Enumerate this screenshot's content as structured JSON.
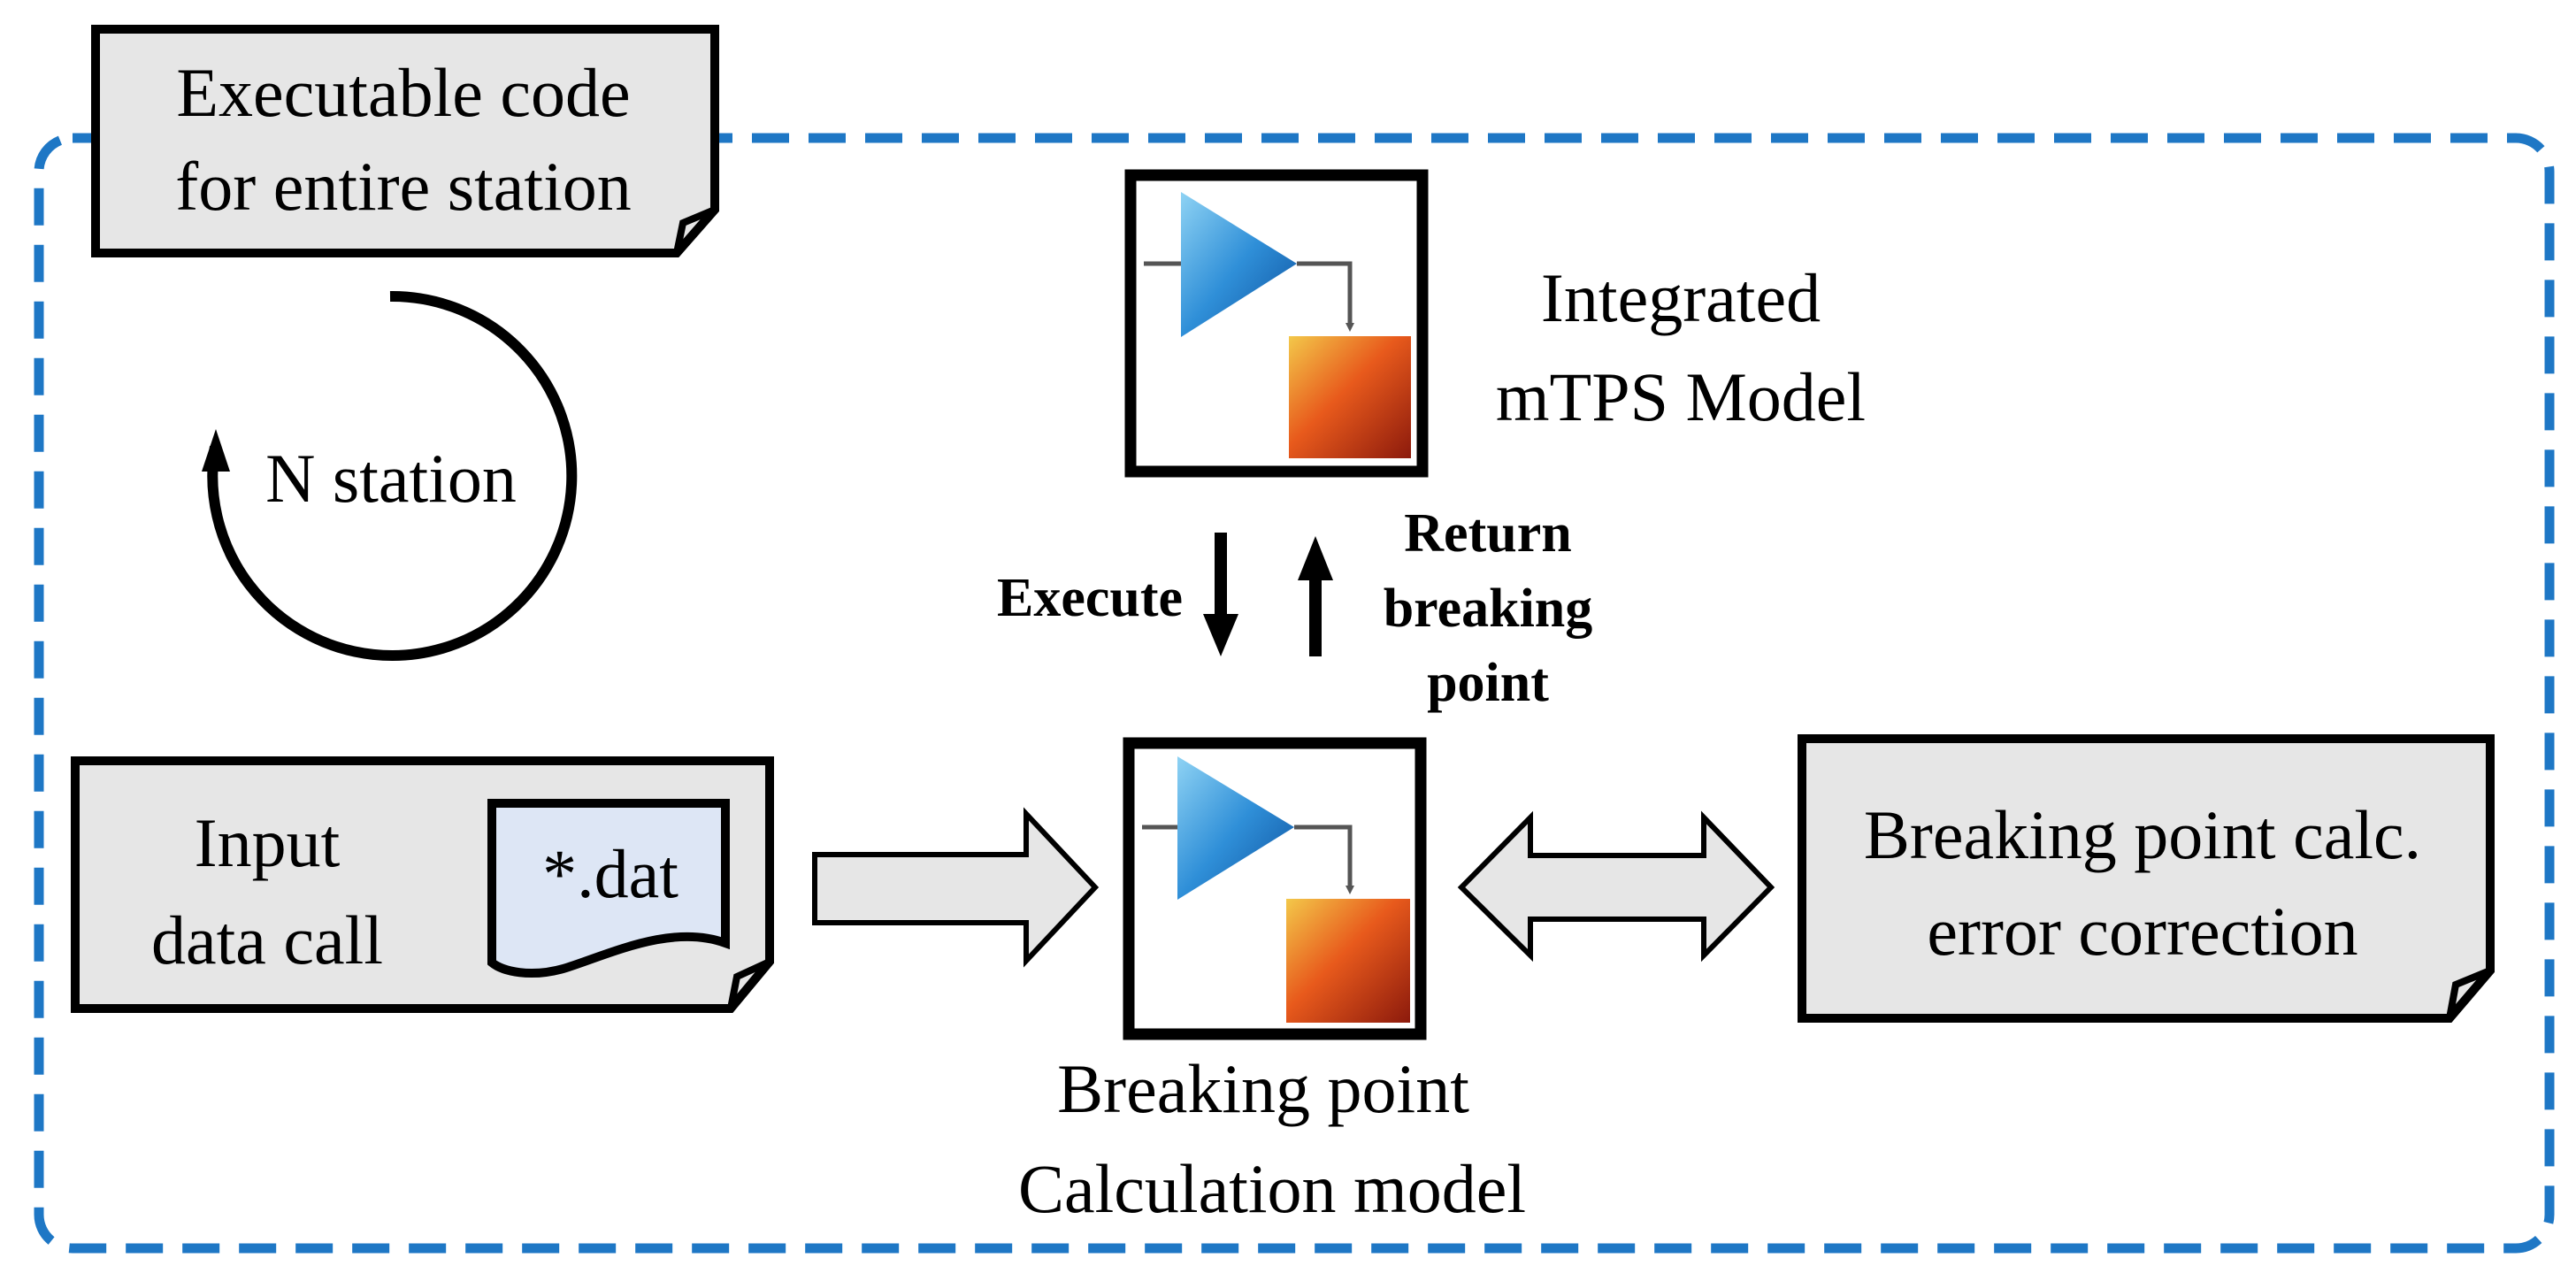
{
  "colors": {
    "dashed_border": "#1e77c5",
    "box_fill": "#e6e6e6",
    "dat_fill": "#dde6f5",
    "stroke": "#000000",
    "arrow_fill": "#e6e6e6"
  },
  "executable_box": {
    "line1": "Executable code",
    "line2": "for entire station"
  },
  "loop": {
    "label": "N station"
  },
  "mtps_model": {
    "line1": "Integrated",
    "line2": "mTPS Model",
    "icon": "simulink-block-icon"
  },
  "execute": {
    "label": "Execute"
  },
  "return": {
    "line1": "Return",
    "line2": "breaking",
    "line3": "point"
  },
  "input_box": {
    "line1": "Input",
    "line2": "data call",
    "file_label": "*.dat"
  },
  "breaking_model": {
    "line1": "Breaking point",
    "line2": "Calculation model",
    "icon": "simulink-block-icon"
  },
  "error_box": {
    "line1": "Breaking point calc.",
    "line2": "error correction"
  }
}
